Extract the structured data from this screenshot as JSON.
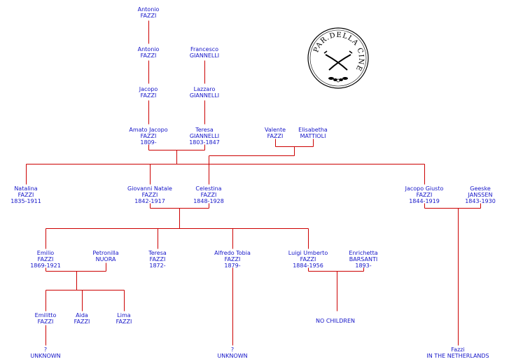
{
  "colors": {
    "text": "#1414c8",
    "line": "#cc0000"
  },
  "people": {
    "antonio_sr": {
      "first": "Antonio",
      "last": "FAZZI",
      "dates": ""
    },
    "antonio": {
      "first": "Antonio",
      "last": "FAZZI",
      "dates": ""
    },
    "francesco": {
      "first": "Francesco",
      "last": "GIANNELLI",
      "dates": ""
    },
    "jacopo": {
      "first": "Jacopo",
      "last": "FAZZI",
      "dates": ""
    },
    "lazzaro": {
      "first": "Lazzaro",
      "last": "GIANNELLI",
      "dates": ""
    },
    "amato": {
      "first": "Amato Jacopo",
      "last": "FAZZI",
      "dates": "1809-"
    },
    "teresa_g": {
      "first": "Teresa",
      "last": "GIANNELLI",
      "dates": "1803-1847"
    },
    "valente": {
      "first": "Valente",
      "last": "FAZZI",
      "dates": ""
    },
    "elisabetha": {
      "first": "Elisabetha",
      "last": "MATTIOLI",
      "dates": ""
    },
    "natalina": {
      "first": "Natalina",
      "last": "FAZZI",
      "dates": "1835-1911"
    },
    "giovanni": {
      "first": "Giovanni Natale",
      "last": "FAZZI",
      "dates": "1842-1917"
    },
    "celestina": {
      "first": "Celestina",
      "last": "FAZZI",
      "dates": "1848-1928"
    },
    "jacopo_g": {
      "first": "Jacopo Giusto",
      "last": "FAZZI",
      "dates": "1844-1919"
    },
    "geeske": {
      "first": "Geeske",
      "last": "JANSSEN",
      "dates": "1843-1930"
    },
    "emilio": {
      "first": "Emilio",
      "last": "FAZZI",
      "dates": "1869-1921"
    },
    "petronilla": {
      "first": "Petronilla",
      "last": "NUORA",
      "dates": ""
    },
    "teresa_f": {
      "first": "Teresa",
      "last": "FAZZI",
      "dates": "1872-"
    },
    "alfredo": {
      "first": "Alfredo Tobia",
      "last": "FAZZI",
      "dates": "1879-"
    },
    "luigi": {
      "first": "Luigi Umberto",
      "last": "FAZZI",
      "dates": "1884-1956"
    },
    "enrichetta": {
      "first": "Enrichetta",
      "last": "BARSANTI",
      "dates": "1893-"
    },
    "emilitto": {
      "first": "Emilitto",
      "last": "FAZZI",
      "dates": ""
    },
    "aida": {
      "first": "Aida",
      "last": "FAZZI",
      "dates": ""
    },
    "lima": {
      "first": "Lima",
      "last": "FAZZI",
      "dates": ""
    },
    "unknown1": {
      "first": "?",
      "last": "UNKNOWN",
      "dates": ""
    },
    "unknown2": {
      "first": "?",
      "last": "UNKNOWN",
      "dates": ""
    },
    "nochildren": {
      "first": "NO CHILDREN",
      "last": "",
      "dates": ""
    },
    "netherlands": {
      "first": "Fazzi",
      "last": "IN THE NETHERLANDS",
      "dates": ""
    }
  },
  "seal": {
    "text": "PAR.DELLA CINE",
    "icon": "crossed-blades-icon"
  }
}
